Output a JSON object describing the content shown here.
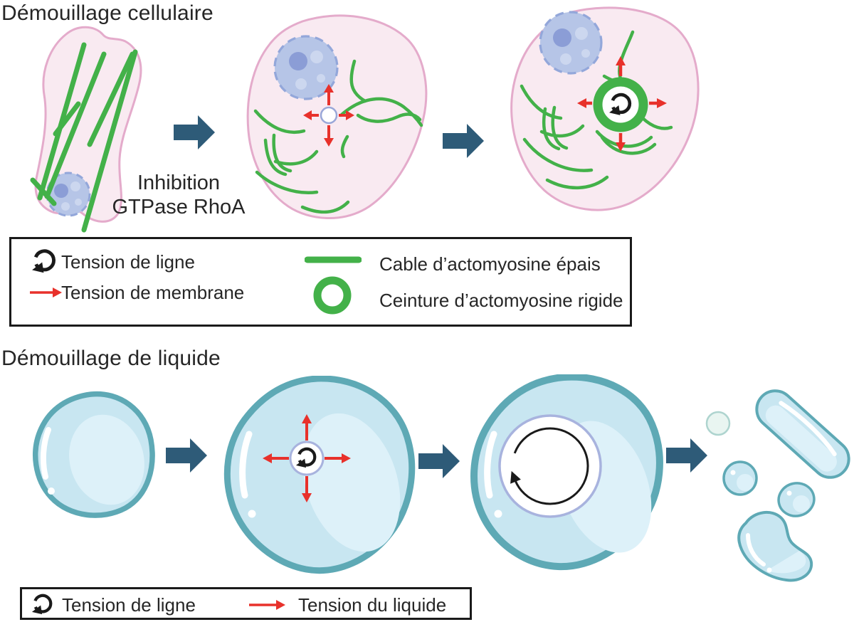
{
  "figure": {
    "cell_section_title": "Démouillage cellulaire",
    "liquid_section_title": "Démouillage de liquide",
    "transition_label_line1": "Inhibition",
    "transition_label_line2": "GTPase RhoA"
  },
  "legend_cell": {
    "items": [
      {
        "icon": "rotation-arrow-icon",
        "label": "Tension de ligne"
      },
      {
        "icon": "red-arrow-icon",
        "label": "Tension de membrane"
      },
      {
        "icon": "green-cable-icon",
        "label": "Cable d’actomyosine épais"
      },
      {
        "icon": "green-ring-icon",
        "label": "Ceinture d’actomyosine rigide"
      }
    ]
  },
  "legend_liquid": {
    "items": [
      {
        "icon": "rotation-arrow-icon",
        "label": "Tension de ligne"
      },
      {
        "icon": "red-arrow-icon",
        "label": "Tension du liquide"
      }
    ]
  },
  "colors": {
    "block_arrow": "#2e5b78",
    "tension_red": "#e8312b",
    "actin_green": "#43b149",
    "cell_fill": "#f9eaf1",
    "cell_outline": "#e4abcb",
    "nucleus_fill": "#b6c5e7",
    "nucleus_border": "#93a7da",
    "nucleolus": "#8b9dd6",
    "droplet_fill": "#c8e6f1",
    "droplet_fill_light": "#ddf1f9",
    "droplet_outline": "#5ea9b5",
    "hole_rim": "#a8b3de",
    "text": "#2b2b2b"
  }
}
